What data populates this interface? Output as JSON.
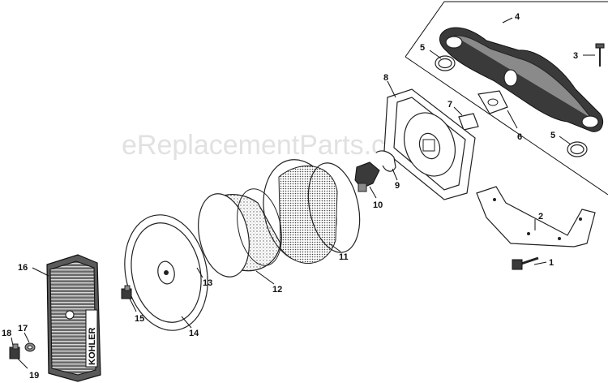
{
  "watermark": "eReplacementParts.com",
  "brand_text": "KOHLER",
  "callouts": [
    {
      "id": "c1",
      "text": "1"
    },
    {
      "id": "c2",
      "text": "2"
    },
    {
      "id": "c3",
      "text": "3"
    },
    {
      "id": "c4",
      "text": "4"
    },
    {
      "id": "c5a",
      "text": "5"
    },
    {
      "id": "c5b",
      "text": "5"
    },
    {
      "id": "c6",
      "text": "6"
    },
    {
      "id": "c7",
      "text": "7"
    },
    {
      "id": "c8",
      "text": "8"
    },
    {
      "id": "c9",
      "text": "9"
    },
    {
      "id": "c10",
      "text": "10"
    },
    {
      "id": "c11",
      "text": "11"
    },
    {
      "id": "c12",
      "text": "12"
    },
    {
      "id": "c13",
      "text": "13"
    },
    {
      "id": "c14",
      "text": "14"
    },
    {
      "id": "c15",
      "text": "15"
    },
    {
      "id": "c16",
      "text": "16"
    },
    {
      "id": "c17",
      "text": "17"
    },
    {
      "id": "c18",
      "text": "18"
    },
    {
      "id": "c19",
      "text": "19"
    }
  ]
}
